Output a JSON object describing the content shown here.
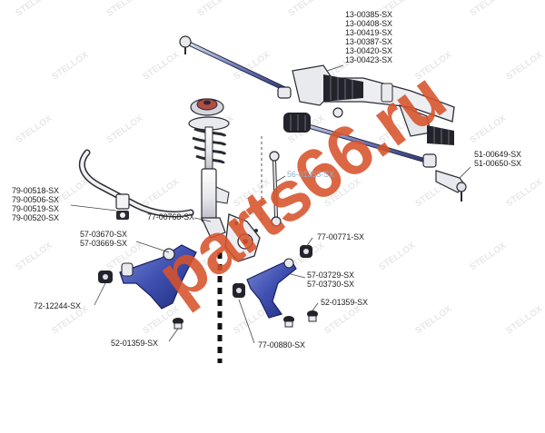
{
  "watermark": {
    "url_text": "parts66.ru",
    "brand_text": "STELLOX",
    "brand_color": "#d8532b"
  },
  "labels": {
    "tie_rod_group": [
      "13-00385-SX",
      "13-00408-SX",
      "13-00419-SX",
      "13-00387-SX",
      "13-00420-SX",
      "13-00423-SX"
    ],
    "tie_rod_end": [
      "51-00649-SX",
      "51-00650-SX"
    ],
    "link": "56-01353-SX",
    "stabilizer_bushing": [
      "79-00518-SX",
      "79-00506-SX",
      "79-00519-SX",
      "79-00520-SX"
    ],
    "strut": "77-00768-SX",
    "left_arm": [
      "57-03670-SX",
      "57-03669-SX"
    ],
    "bush_right_top": "77-00771-SX",
    "right_arm": [
      "57-03729-SX",
      "57-03730-SX"
    ],
    "bush_left": "72-12244-SX",
    "ball_joint_right": "52-01359-SX",
    "ball_joint_left": "52-01359-SX",
    "bush_bottom": "77-00880-SX"
  },
  "colors": {
    "part_fill": "#e9eaee",
    "part_outline": "#2a2a33",
    "arm_blue": "#3e4fb0",
    "boot_dark": "#23232b",
    "spring_red": "#b44b45",
    "watermark_pattern": "#e8e8e8"
  }
}
